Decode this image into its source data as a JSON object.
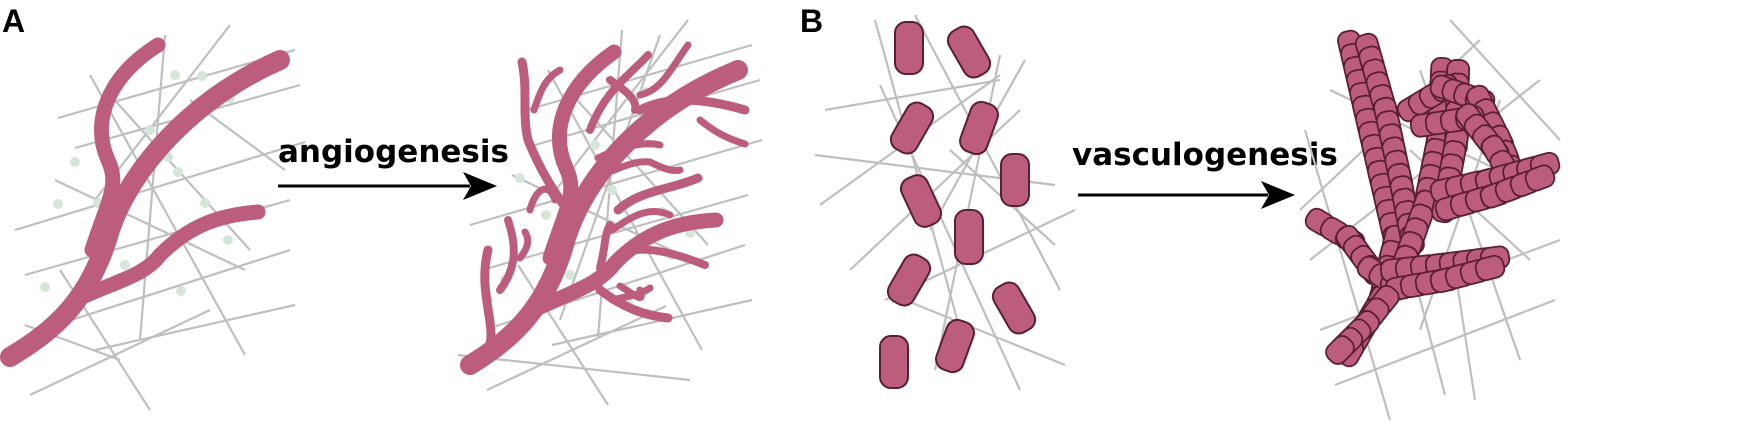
{
  "panels": {
    "a": {
      "letter": "A",
      "process_label": "angiogenesis"
    },
    "b": {
      "letter": "B",
      "process_label": "vasculogenesis"
    }
  },
  "colors": {
    "vessel": "#bd5d7e",
    "cell_outline": "#5b1f33",
    "fiber": "#bfbfbf",
    "dot": "#d3e6d7",
    "arrow": "#000000"
  },
  "icons": {
    "arrow": "right-arrow-icon",
    "vessel": "blood-vessel-shape",
    "cell": "endothelial-cell-shape"
  }
}
